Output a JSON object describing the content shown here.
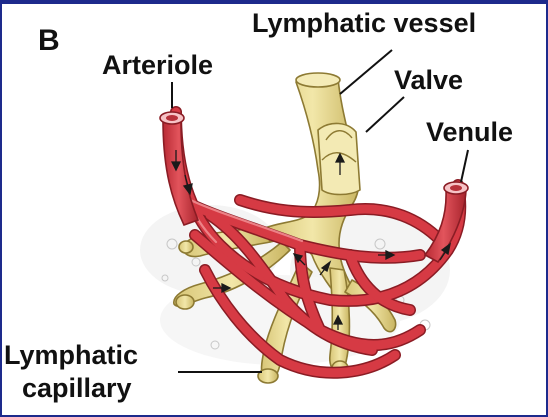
{
  "figure": {
    "panel_letter": "B",
    "labels": {
      "arteriole": "Arteriole",
      "lymphatic_vessel": "Lymphatic vessel",
      "valve": "Valve",
      "venule": "Venule",
      "lymphatic_capillary_line1": "Lymphatic",
      "lymphatic_capillary_line2": "capillary"
    },
    "colors": {
      "frame": "#1d2a8c",
      "vessel_red": "#d63a44",
      "vessel_red_dark": "#a8242d",
      "lymph_yellow": "#ecdf9a",
      "lymph_yellow_dark": "#c9b561",
      "tissue_gray": "#cfcfcf"
    },
    "icons": [
      "flow-arrow-icon"
    ]
  }
}
